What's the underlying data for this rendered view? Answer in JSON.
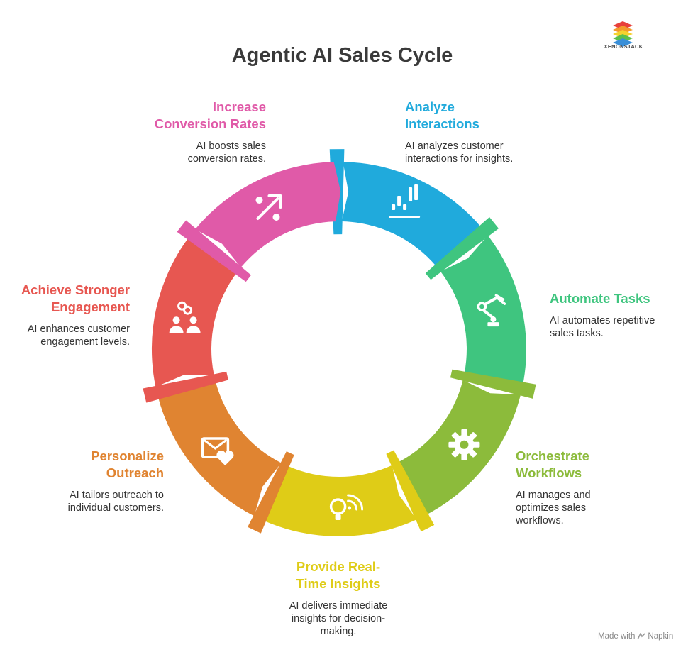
{
  "title": "Agentic AI Sales Cycle",
  "logo_text": "XENONSTACK",
  "footer": {
    "made_with": "Made with",
    "brand": "Napkin"
  },
  "colors": {
    "analyze": "#20aadc",
    "automate": "#3fc57f",
    "orchestrate": "#8cbb3b",
    "insights": "#dfcc17",
    "outreach": "#e08431",
    "engagement": "#e75751",
    "conversion": "#e05aa8"
  },
  "steps": [
    {
      "id": "analyze",
      "heading_lines": [
        "Analyze",
        "Interactions"
      ],
      "desc_lines": [
        "AI analyzes customer",
        "interactions for insights."
      ],
      "icon": "bar-chart-icon"
    },
    {
      "id": "automate",
      "heading_lines": [
        "Automate Tasks"
      ],
      "desc_lines": [
        "AI automates repetitive",
        "sales tasks."
      ],
      "icon": "robot-arm-icon"
    },
    {
      "id": "orchestrate",
      "heading_lines": [
        "Orchestrate",
        "Workflows"
      ],
      "desc_lines": [
        "AI manages and",
        "optimizes sales",
        "workflows."
      ],
      "icon": "gear-icon"
    },
    {
      "id": "insights",
      "heading_lines": [
        "Provide Real-",
        "Time Insights"
      ],
      "desc_lines": [
        "AI delivers immediate",
        "insights for decision-",
        "making."
      ],
      "icon": "lightbulb-wifi-icon"
    },
    {
      "id": "outreach",
      "heading_lines": [
        "Personalize",
        "Outreach"
      ],
      "desc_lines": [
        "AI tailors outreach to",
        "individual customers."
      ],
      "icon": "envelope-heart-icon"
    },
    {
      "id": "engagement",
      "heading_lines": [
        "Achieve Stronger",
        "Engagement"
      ],
      "desc_lines": [
        "AI enhances customer",
        "engagement levels."
      ],
      "icon": "people-link-icon"
    },
    {
      "id": "conversion",
      "heading_lines": [
        "Increase",
        "Conversion Rates"
      ],
      "desc_lines": [
        "AI boosts sales",
        "conversion rates."
      ],
      "icon": "percent-arrow-icon"
    }
  ]
}
